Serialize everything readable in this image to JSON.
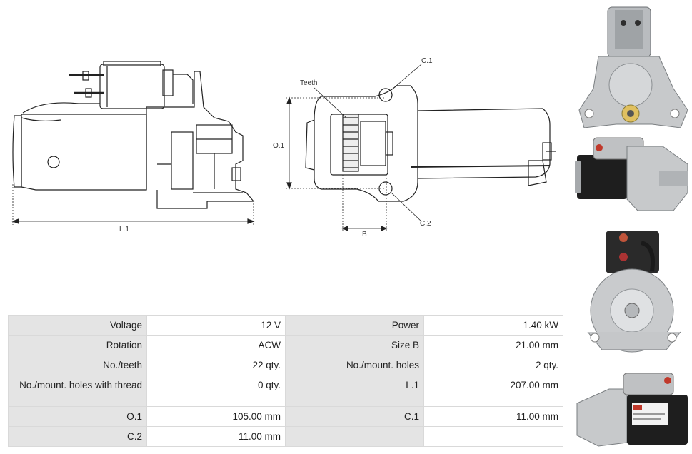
{
  "diagram": {
    "labels": {
      "l1": "L.1",
      "teeth": "Teeth",
      "c1": "C.1",
      "c2": "C.2",
      "o1": "O.1",
      "b": "B"
    }
  },
  "photos": [
    {
      "name": "front-view"
    },
    {
      "name": "side-view"
    },
    {
      "name": "rear-view"
    },
    {
      "name": "side-view-label"
    }
  ],
  "specs": {
    "rows": [
      [
        {
          "label": "Voltage",
          "value": "12 V"
        },
        {
          "label": "Power",
          "value": "1.40 kW"
        }
      ],
      [
        {
          "label": "Rotation",
          "value": "ACW"
        },
        {
          "label": "Size B",
          "value": "21.00 mm"
        }
      ],
      [
        {
          "label": "No./teeth",
          "value": "22 qty."
        },
        {
          "label": "No./mount. holes",
          "value": "2 qty."
        }
      ],
      [
        {
          "label": "No./mount. holes with thread",
          "value": "0 qty."
        },
        {
          "label": "L.1",
          "value": "207.00 mm"
        }
      ],
      [
        {
          "label": "O.1",
          "value": "105.00 mm"
        },
        {
          "label": "C.1",
          "value": "11.00 mm"
        }
      ],
      [
        {
          "label": "C.2",
          "value": "11.00 mm"
        },
        {
          "label": "",
          "value": ""
        }
      ]
    ]
  }
}
